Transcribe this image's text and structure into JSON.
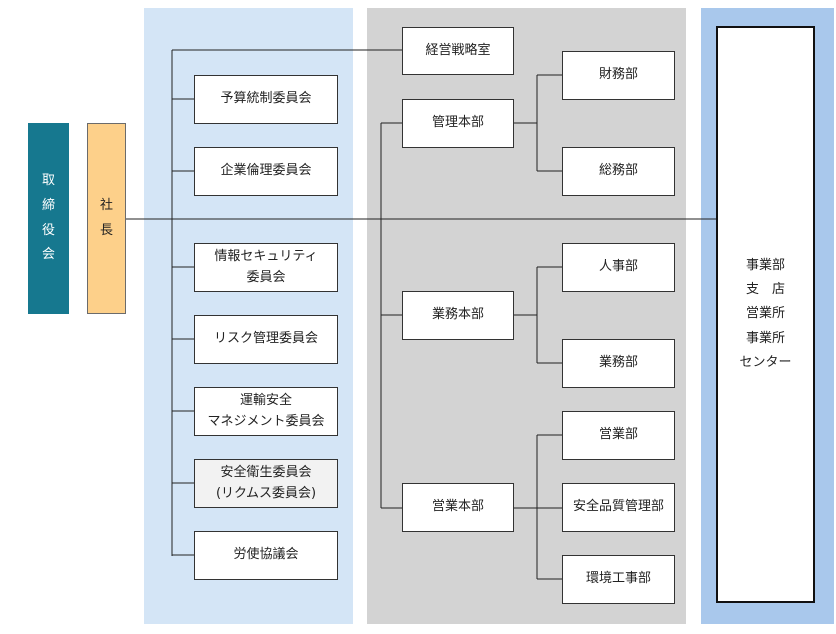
{
  "colors": {
    "board": "#16788f",
    "president": "#fdd08a",
    "committee_band": "#d4e5f6",
    "division_band": "#d3d3d3",
    "branch_band": "#a9c8ec",
    "line": "#222222"
  },
  "board": {
    "chars": [
      "取",
      "締",
      "役",
      "会"
    ]
  },
  "president": {
    "chars": [
      "社",
      "長"
    ]
  },
  "committees": [
    {
      "lines": [
        "予算統制委員会"
      ]
    },
    {
      "lines": [
        "企業倫理委員会"
      ]
    },
    {
      "lines": [
        "情報セキュリティ",
        "委員会"
      ]
    },
    {
      "lines": [
        "リスク管理委員会"
      ]
    },
    {
      "lines": [
        "運輸安全",
        "マネジメント委員会"
      ]
    },
    {
      "lines": [
        "安全衛生委員会",
        "(リクムス委員会)"
      ]
    },
    {
      "lines": [
        "労使協議会"
      ]
    }
  ],
  "strategy_office": "経営戦略室",
  "divisions": [
    {
      "name": "管理本部",
      "departments": [
        "財務部",
        "総務部"
      ]
    },
    {
      "name": "業務本部",
      "departments": [
        "人事部",
        "業務部"
      ]
    },
    {
      "name": "営業本部",
      "departments": [
        "営業部",
        "安全品質管理部",
        "環境工事部"
      ]
    }
  ],
  "branches": {
    "lines": [
      "事業部",
      "支　店",
      "営業所",
      "事業所",
      "センター"
    ]
  }
}
